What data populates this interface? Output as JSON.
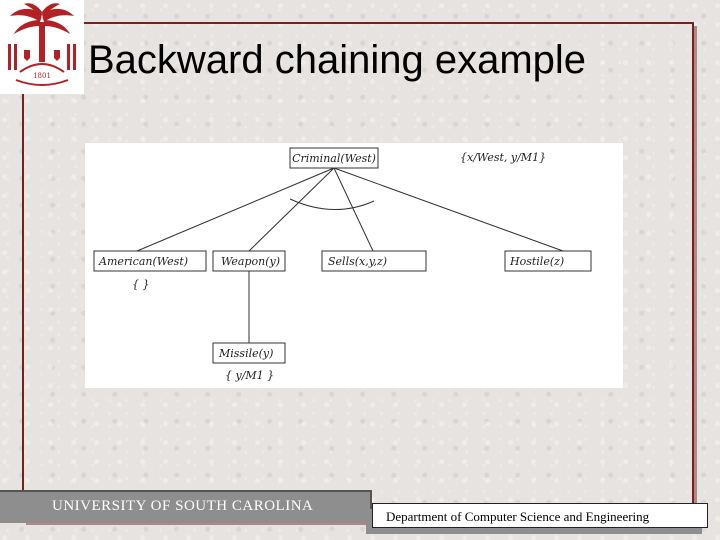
{
  "slide": {
    "title": "Backward chaining example",
    "footer_left": "UNIVERSITY OF SOUTH CAROLINA",
    "footer_right": "Department of Computer Science and Engineering",
    "logo_year": "1801"
  },
  "diagram": {
    "root": {
      "label": "Criminal(West)",
      "substitution": "{x/West, y/M1}"
    },
    "children": [
      {
        "label": "American(West)",
        "substitution": "{ }"
      },
      {
        "label": "Weapon(y)",
        "substitution": ""
      },
      {
        "label": "Sells(x,y,z)",
        "substitution": ""
      },
      {
        "label": "Hostile(z)",
        "substitution": ""
      }
    ],
    "grandchild": {
      "label": "Missile(y)",
      "substitution": "{ y/M1 }"
    }
  },
  "colors": {
    "accent": "#7a1f1f",
    "footer_gray": "#8e8e8e",
    "logo_red": "#b32025"
  }
}
